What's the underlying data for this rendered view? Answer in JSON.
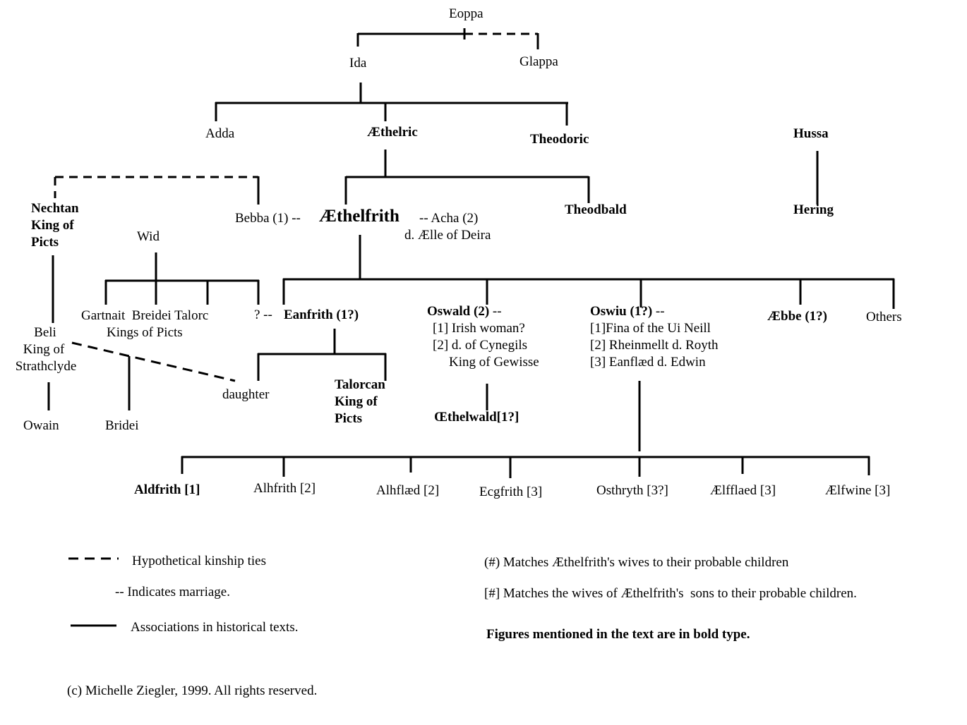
{
  "tree": {
    "eoppa": "Eoppa",
    "ida": "Ida",
    "glappa": "Glappa",
    "adda": "Adda",
    "aethelric": "Æthelric",
    "theodoric": "Theodoric",
    "hussa": "Hussa",
    "nechtan": [
      "Nechtan",
      "King of",
      "Picts"
    ],
    "bebba": "Bebba (1) --",
    "aethelfrith": "Æthelfrith",
    "acha": "-- Acha (2)",
    "acha_note": "d. Ælle of Deira",
    "theodbald": "Theodbald",
    "hering": "Hering",
    "wid": "Wid",
    "wid_children": "Gartnait  Breidei Talorc",
    "wid_children_note": "Kings of Picts",
    "unknown_wife": "? --",
    "eanfrith": "Eanfrith (1?)",
    "oswald": "Oswald (2)",
    "oswald_marker": " --",
    "oswald_wives": [
      "[1] Irish woman?",
      "[2] d. of Cynegils",
      "King of Gewisse"
    ],
    "oswiu": "Oswiu (1?)",
    "oswiu_marker": " --",
    "oswiu_wives": [
      "[1]Fina of the Ui Neill",
      "[2] Rheinmellt d. Royth",
      "[3] Eanflæd d. Edwin"
    ],
    "aebbe": "Æbbe (1?)",
    "others": "Others",
    "beli": [
      "Beli",
      "King of",
      "Strathclyde"
    ],
    "daughter": "daughter",
    "talorcan": [
      "Talorcan",
      "King of",
      "Picts"
    ],
    "oethelwald": "Œthelwald[1?]",
    "owain": "Owain",
    "bridei": "Bridei",
    "oswiu_children": [
      {
        "name": "Aldfrith [1]",
        "bold": true
      },
      {
        "name": "Alhfrith [2]"
      },
      {
        "name": "Alhflæd [2]"
      },
      {
        "name": "Ecgfrith [3]"
      },
      {
        "name": "Osthryth [3?]"
      },
      {
        "name": "Ælfflaed [3]"
      },
      {
        "name": "Ælfwine [3]"
      }
    ]
  },
  "legend": {
    "hypothetical": "Hypothetical kinship ties",
    "marriage": "-- Indicates marriage.",
    "associations": "Associations in historical texts.",
    "wives_note": "(#) Matches Æthelfrith's wives to their probable children",
    "sons_wives_note": "[#] Matches the wives of Æthelfrith's  sons to their probable children.",
    "bold_note": "Figures mentioned in the text are in bold type."
  },
  "copyright": "(c) Michelle Ziegler, 1999. All rights reserved."
}
